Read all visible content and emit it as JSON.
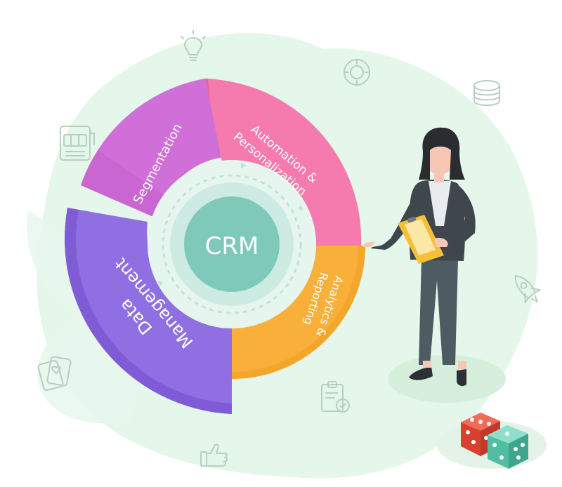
{
  "diagram": {
    "center_label": "CRM",
    "segments": [
      {
        "id": "segmentation",
        "lines": [
          "Segmentation"
        ],
        "color": "#d16fd8"
      },
      {
        "id": "automation",
        "lines": [
          "Automation &",
          "Personalization"
        ],
        "color": "#f57aae"
      },
      {
        "id": "analytics",
        "lines": [
          "Analytics &",
          "Reporting"
        ],
        "color": "#f8b03a"
      },
      {
        "id": "data",
        "lines": [
          "Data",
          "Management"
        ],
        "color": "#8f6fe2"
      }
    ],
    "colors": {
      "center": "#7fc9bb",
      "center_ring": "#cdebe3",
      "inner_band": "#e6f6ef",
      "blob": "#e5f6ea",
      "dice_red": "#e7513f",
      "dice_teal": "#6fd0b8"
    },
    "decorations": [
      "lightbulb-icon",
      "poker-chip-icon",
      "coin-stack-icon",
      "slot-machine-icon",
      "rocket-icon",
      "playing-cards-icon",
      "clipboard-check-icon",
      "thumbs-up-icon"
    ]
  }
}
